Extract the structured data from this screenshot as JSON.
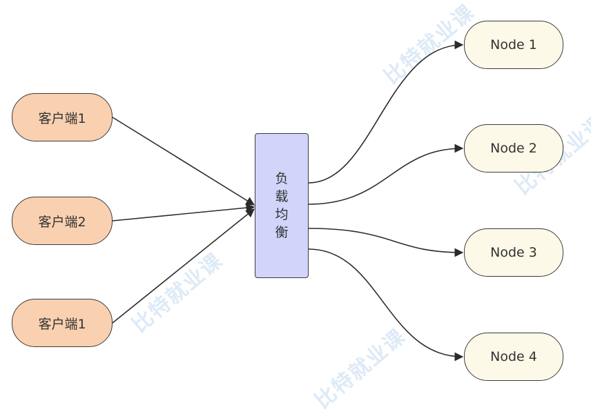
{
  "diagram": {
    "clients": [
      {
        "label": "客户端1"
      },
      {
        "label": "客户端2"
      },
      {
        "label": "客户端1"
      }
    ],
    "load_balancer": {
      "label": "负载均衡"
    },
    "servers": [
      {
        "label": "Node 1"
      },
      {
        "label": "Node 2"
      },
      {
        "label": "Node 3"
      },
      {
        "label": "Node 4"
      }
    ],
    "watermark": "比特就业课"
  },
  "colors": {
    "client_fill": "#f9d0b0",
    "server_fill": "#fcf9e8",
    "load_balancer_fill": "#d2d4fa",
    "edge": "#2b2b2b"
  }
}
